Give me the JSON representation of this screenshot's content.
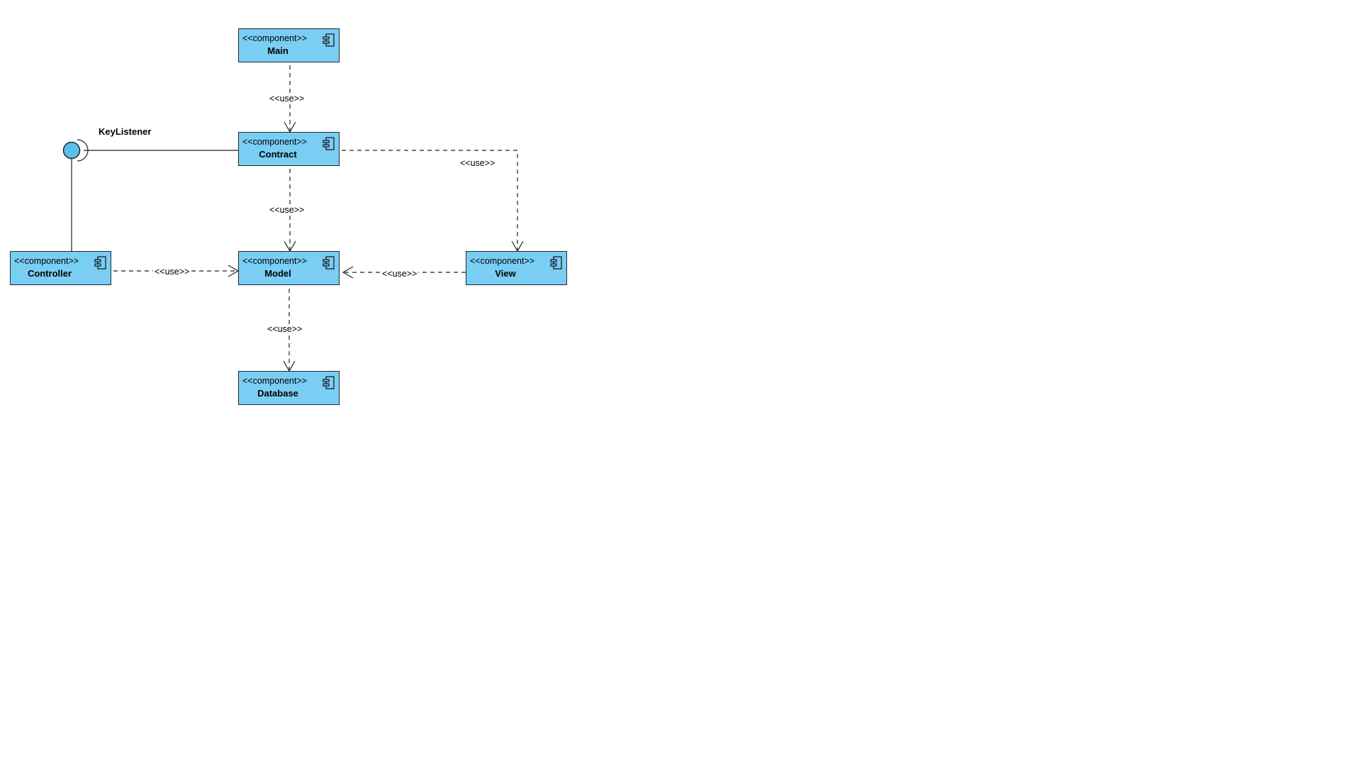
{
  "diagram": {
    "stereotype": "<<component>>",
    "components": {
      "main": {
        "name": "Main"
      },
      "contract": {
        "name": "Contract"
      },
      "controller": {
        "name": "Controller"
      },
      "model": {
        "name": "Model"
      },
      "view": {
        "name": "View"
      },
      "database": {
        "name": "Database"
      }
    },
    "interface": {
      "name": "KeyListener"
    },
    "dependencies": {
      "main_contract": {
        "label": "<<use>>"
      },
      "contract_model": {
        "label": "<<use>>"
      },
      "contract_view": {
        "label": "<<use>>"
      },
      "controller_model": {
        "label": "<<use>>"
      },
      "view_model": {
        "label": "<<use>>"
      },
      "model_database": {
        "label": "<<use>>"
      }
    },
    "colors": {
      "component_fill": "#7acdf3",
      "interface_fill": "#5bbfea",
      "stroke": "#1b2a36"
    }
  }
}
